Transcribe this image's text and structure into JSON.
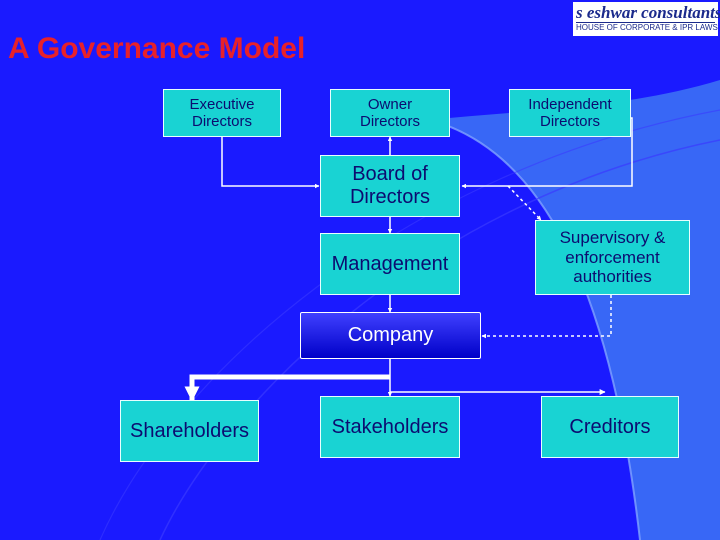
{
  "slide": {
    "title": "A Governance Model",
    "logo": {
      "name": "s eshwar consultants",
      "tagline": "HOUSE OF CORPORATE & IPR LAWS"
    }
  },
  "diagram": {
    "nodes": {
      "executive_directors": "Executive\nDirectors",
      "owner_directors": "Owner\nDirectors",
      "independent_directors": "Independent\nDirectors",
      "board_of_directors": "Board of\nDirectors",
      "management": "Management",
      "supervisory_authorities": "Supervisory &\nenforcement\nauthorities",
      "company": "Company",
      "shareholders": "Shareholders",
      "stakeholders": "Stakeholders",
      "creditors": "Creditors"
    }
  },
  "colors": {
    "background": "#1a1aff",
    "title": "#e8212a",
    "box_fill": "#19d3d3",
    "box_text": "#0c0c70",
    "connector": "#ffffff",
    "company_fill": "#0000cc"
  }
}
